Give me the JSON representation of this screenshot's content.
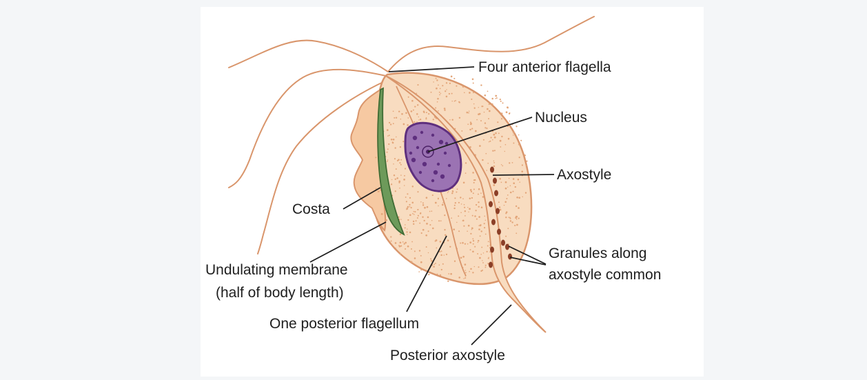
{
  "figure": {
    "labels": {
      "four_anterior_flagella": "Four anterior flagella",
      "nucleus": "Nucleus",
      "axostyle": "Axostyle",
      "costa": "Costa",
      "undulating_membrane_line1": "Undulating membrane",
      "undulating_membrane_line2": "(half of body length)",
      "granules_line1": "Granules along",
      "granules_line2": "axostyle common",
      "one_posterior_flagellum": "One posterior flagellum",
      "posterior_axostyle": "Posterior axostyle"
    },
    "colors": {
      "body_fill": "#f8dcc0",
      "outline": "#d9956b",
      "stipple": "#e3a67a",
      "costa": "#6d9a5a",
      "costa_edge": "#3f6b34",
      "nucleus_fill": "#9b73b3",
      "nucleus_edge": "#5e2f7e",
      "chromatin": "#5e2f7e",
      "granules": "#8b3f27",
      "leader_lines": "#1f1f1f"
    }
  }
}
